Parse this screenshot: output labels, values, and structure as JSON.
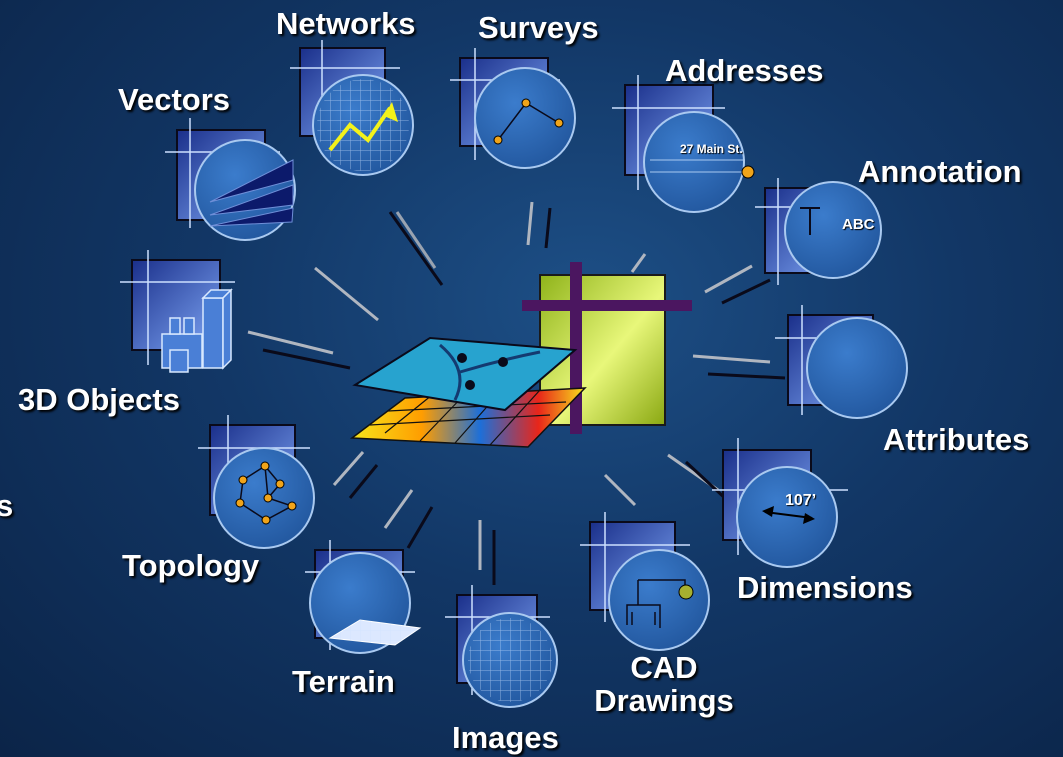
{
  "labels": {
    "networks": "Networks",
    "surveys": "Surveys",
    "addresses": "Addresses",
    "vectors": "Vectors",
    "annotation": "Annotation",
    "three_d_objects": "3D Objects",
    "attributes": "Attributes",
    "topology": "Topology",
    "dimensions": "Dimensions",
    "terrain": "Terrain",
    "images": "Images",
    "cad_line1": "CAD",
    "cad_line2": "Drawings",
    "cut_off": "s"
  },
  "inner_text": {
    "address_sample": "27 Main St.",
    "annotation_sample": "ABC",
    "dimension_sample": "107’"
  },
  "colors": {
    "background": "#123766",
    "card": "#5e84e6",
    "disc": "#2f69b3",
    "disc_stroke": "#a9c9f0",
    "box": "#b5e02a",
    "cross": "#4b1660",
    "node": "#f0a41a"
  }
}
